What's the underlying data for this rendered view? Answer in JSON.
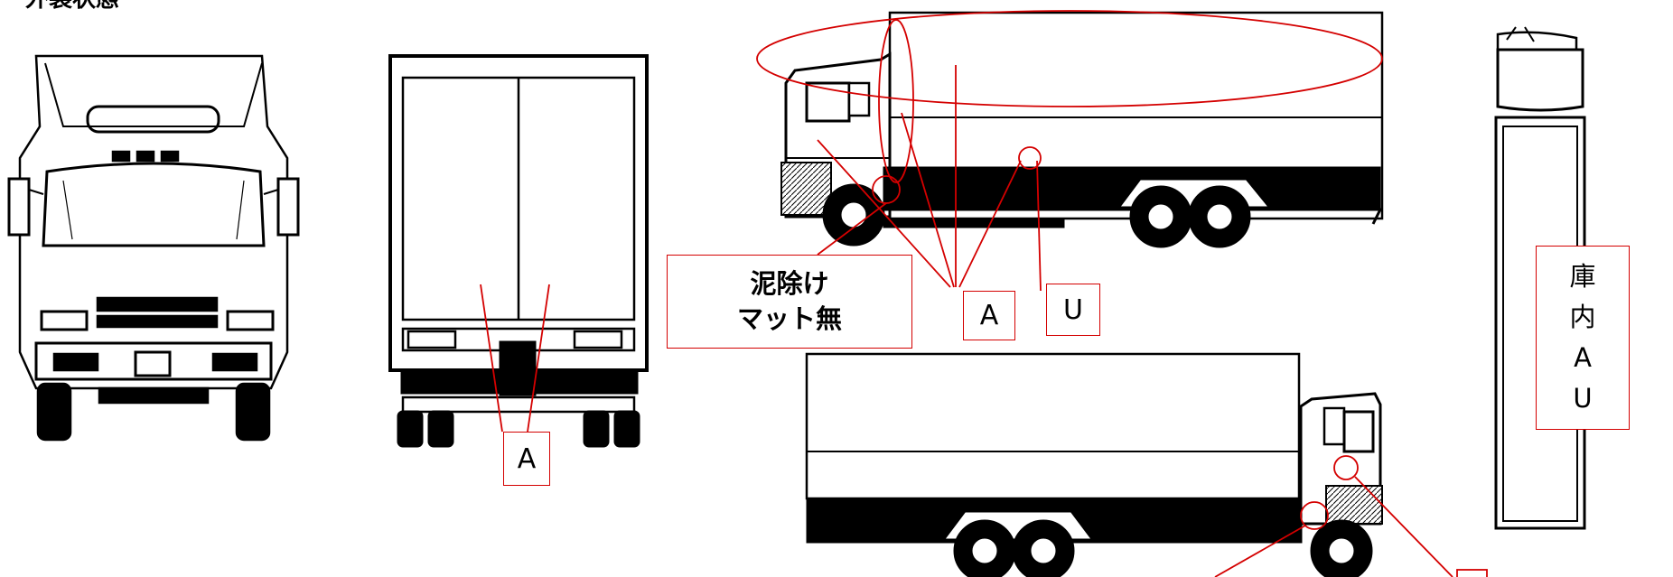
{
  "section_title": "外装状態",
  "labels": {
    "rear_a": "A",
    "mudflap_line1": "泥除け",
    "mudflap_line2": "マット無",
    "side_a": "A",
    "side_u": "U",
    "interior_line1": "庫",
    "interior_line2": "内",
    "interior_line3": "A",
    "interior_line4": "U"
  },
  "colors": {
    "annotation": "#d40000",
    "truck_ink": "#000000",
    "background": "#ffffff"
  }
}
